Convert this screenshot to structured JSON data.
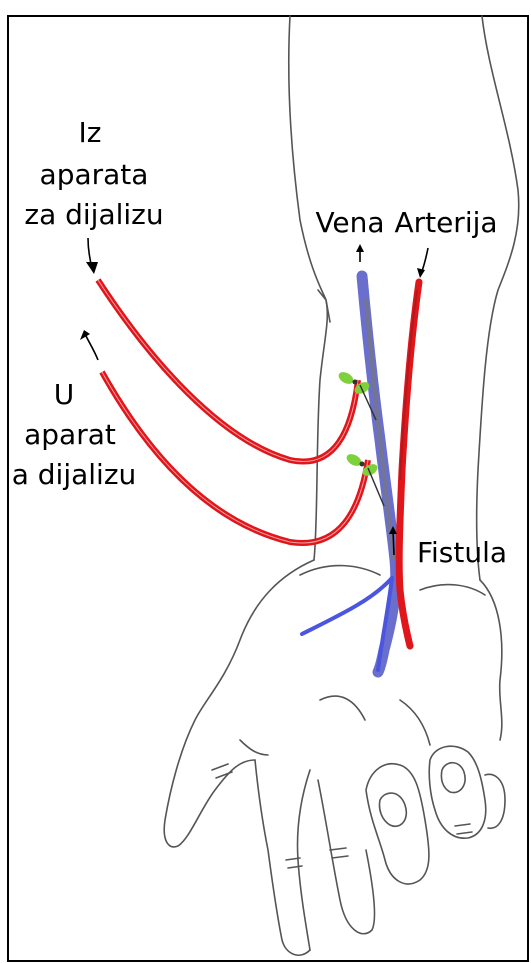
{
  "labels": {
    "from_machine_line1": "Iz",
    "from_machine_line2": "aparata",
    "from_machine_line3": "za dijalizu",
    "to_machine_line1": "U",
    "to_machine_line2": "aparat",
    "to_machine_line3": "a dijalizu",
    "vein": "Vena",
    "artery": "Arterija",
    "fistula": "Fistula"
  },
  "colors": {
    "artery": "#e0161b",
    "vein": "#5a5fc8",
    "clamp": "#7fd13b",
    "outline": "#555555",
    "frame": "#000000"
  }
}
